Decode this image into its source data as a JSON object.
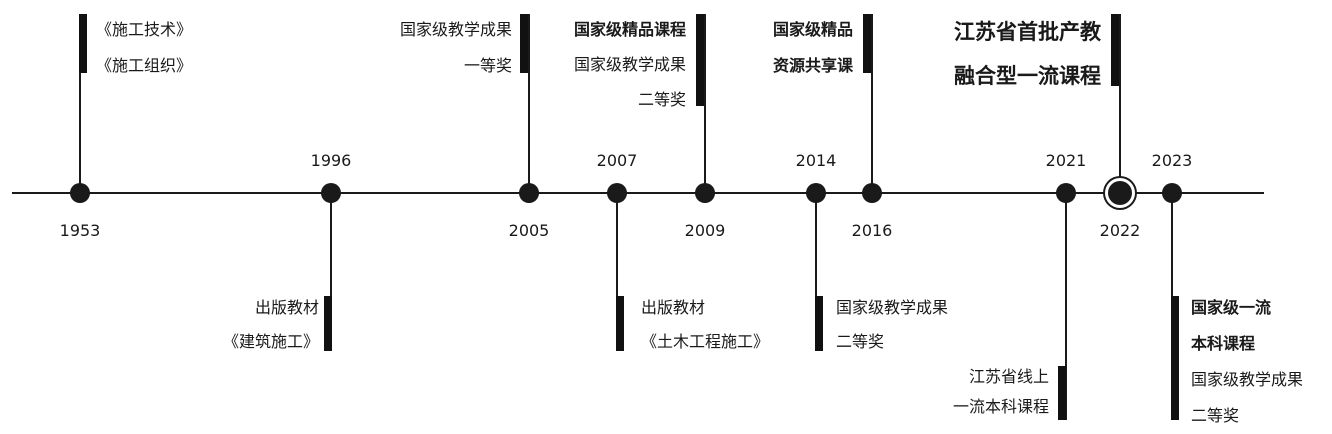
{
  "timeline": {
    "years": {
      "y1953": "1953",
      "y1996": "1996",
      "y2005": "2005",
      "y2007": "2007",
      "y2009": "2009",
      "y2014": "2014",
      "y2016": "2016",
      "y2021": "2021",
      "y2022": "2022",
      "y2023": "2023"
    },
    "notes": {
      "n1953": [
        "《施工技术》",
        "《施工组织》"
      ],
      "n1996": [
        "出版教材",
        "《建筑施工》"
      ],
      "n2005": [
        "国家级教学成果",
        "一等奖"
      ],
      "n2007": [
        "出版教材",
        "《土木工程施工》"
      ],
      "n2009": [
        "国家级精品课程",
        "国家级教学成果",
        "二等奖"
      ],
      "n2014": [
        "国家级教学成果",
        "二等奖"
      ],
      "n2016": [
        "国家级精品",
        "资源共享课"
      ],
      "n2021": [
        "江苏省线上",
        "一流本科课程"
      ],
      "n2022": [
        "江苏省首批产教",
        "融合型一流课程"
      ],
      "n2023": [
        "国家级一流",
        "本科课程",
        "国家级教学成果",
        "二等奖"
      ]
    }
  }
}
